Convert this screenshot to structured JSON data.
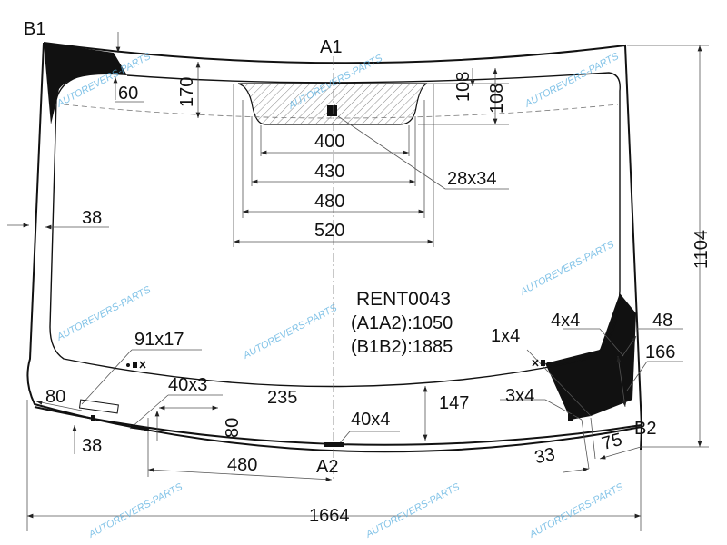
{
  "title": "RENT0043",
  "measures": {
    "a1a2": "(A1A2):1050",
    "b1b2": "(B1B2):1885"
  },
  "points": {
    "a1": "A1",
    "a2": "A2",
    "b1": "B1",
    "b2": "B2"
  },
  "dimensions": {
    "d60": "60",
    "d170": "170",
    "d108a": "108",
    "d108b": "108",
    "d400": "400",
    "d430": "430",
    "d480_top": "480",
    "d520": "520",
    "d28x34": "28x34",
    "d38_left": "38",
    "d1104": "1104",
    "d91x17": "91x17",
    "d80_left": "80",
    "d40x3": "40x3",
    "d235": "235",
    "d147": "147",
    "d80_mid": "80",
    "d40x4": "40x4",
    "d38_bottom": "38",
    "d480_bottom": "480",
    "d1x4": "1x4",
    "d4x4": "4x4",
    "d48": "48",
    "d166": "166",
    "d3x4": "3x4",
    "d33": "33",
    "d75": "75",
    "d1664": "1664"
  },
  "watermark": "AUTOREVERS-PARTS",
  "colors": {
    "line": "#111111",
    "watermark": "#5ab0e0"
  }
}
